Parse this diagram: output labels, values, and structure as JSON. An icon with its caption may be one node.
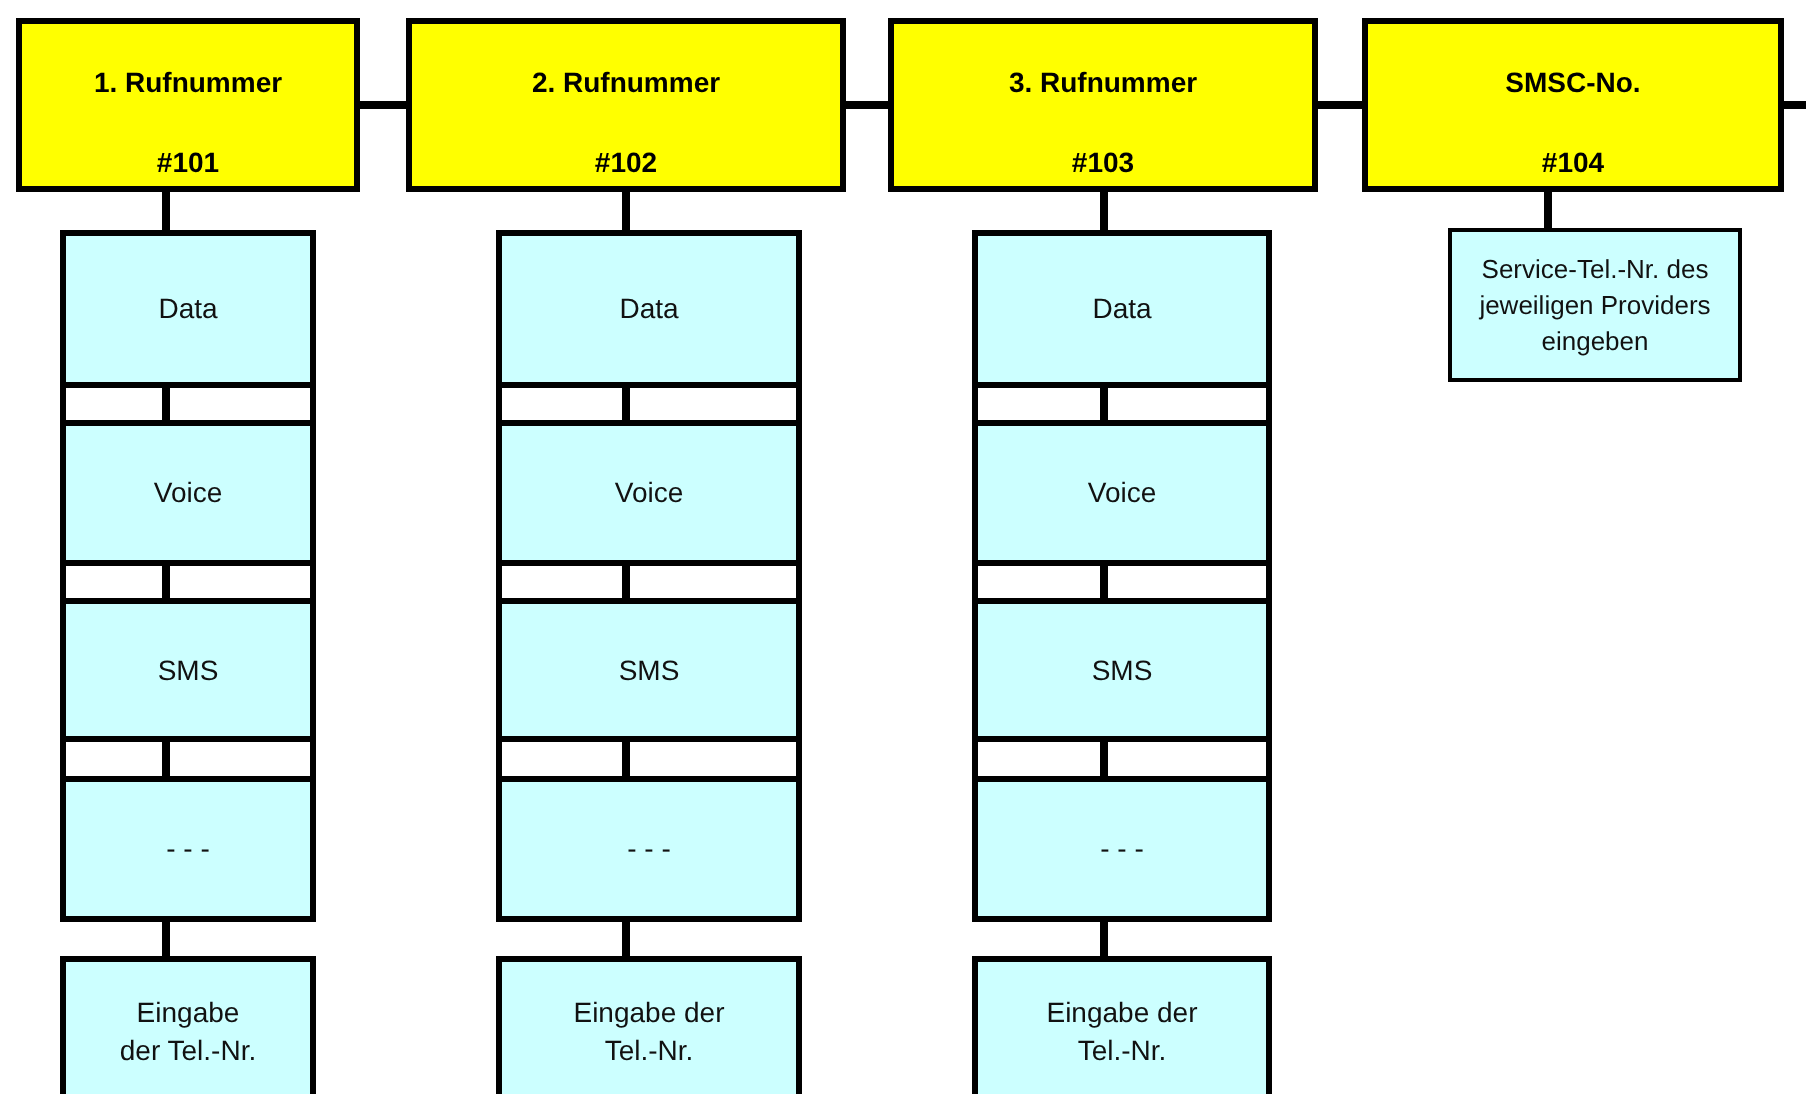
{
  "diagram": {
    "nodes": [
      {
        "text": [
          "1. Rufnummer",
          "#101"
        ]
      },
      {
        "text": [
          "2. Rufnummer",
          "#102"
        ]
      },
      {
        "text": [
          "3. Rufnummer",
          "#103"
        ]
      },
      {
        "text": [
          "SMSC-No.",
          "#104"
        ]
      },
      {
        "text": [
          "Service-Tel.-Nr. des jeweiligen Providers eingeben"
        ]
      },
      {
        "text": [
          "Data"
        ]
      },
      {
        "text": [
          "Voice"
        ]
      },
      {
        "text": [
          "SMS"
        ]
      },
      {
        "text": [
          "- - -"
        ]
      },
      {
        "text": [
          "Eingabe der Tel.-Nr."
        ]
      },
      {
        "text": [
          "Data"
        ]
      },
      {
        "text": [
          "Voice"
        ]
      },
      {
        "text": [
          "SMS"
        ]
      },
      {
        "text": [
          "- - -"
        ]
      },
      {
        "text": [
          "Eingabe der Tel.-Nr."
        ]
      },
      {
        "text": [
          "Data"
        ]
      },
      {
        "text": [
          "Voice"
        ]
      },
      {
        "text": [
          "SMS"
        ]
      },
      {
        "text": [
          "- - -"
        ]
      },
      {
        "text": [
          "Eingabe der Tel.-Nr."
        ]
      }
    ],
    "edges": [
      {
        "from": 0,
        "to": 1,
        "arrow": "none"
      },
      {
        "from": 1,
        "to": 2,
        "arrow": "none"
      },
      {
        "from": 2,
        "to": 3,
        "arrow": "none"
      },
      {
        "from": 3,
        "to": null,
        "arrow": "none"
      },
      {
        "from": 3,
        "to": 4,
        "arrow": "none"
      },
      {
        "from": 0,
        "to": 5,
        "arrow": "none"
      },
      {
        "from": 5,
        "to": 6,
        "arrow": "none"
      },
      {
        "from": 6,
        "to": 7,
        "arrow": "none"
      },
      {
        "from": 7,
        "to": 8,
        "arrow": "none"
      },
      {
        "from": 8,
        "to": 9,
        "arrow": "none"
      },
      {
        "from": 1,
        "to": 10,
        "arrow": "none"
      },
      {
        "from": 10,
        "to": 11,
        "arrow": "none"
      },
      {
        "from": 11,
        "to": 12,
        "arrow": "none"
      },
      {
        "from": 12,
        "to": 13,
        "arrow": "none"
      },
      {
        "from": 13,
        "to": 14,
        "arrow": "none"
      },
      {
        "from": 2,
        "to": 15,
        "arrow": "none"
      },
      {
        "from": 15,
        "to": 16,
        "arrow": "none"
      },
      {
        "from": 16,
        "to": 17,
        "arrow": "none"
      },
      {
        "from": 17,
        "to": 18,
        "arrow": "none"
      },
      {
        "from": 18,
        "to": 19,
        "arrow": "none"
      }
    ]
  }
}
